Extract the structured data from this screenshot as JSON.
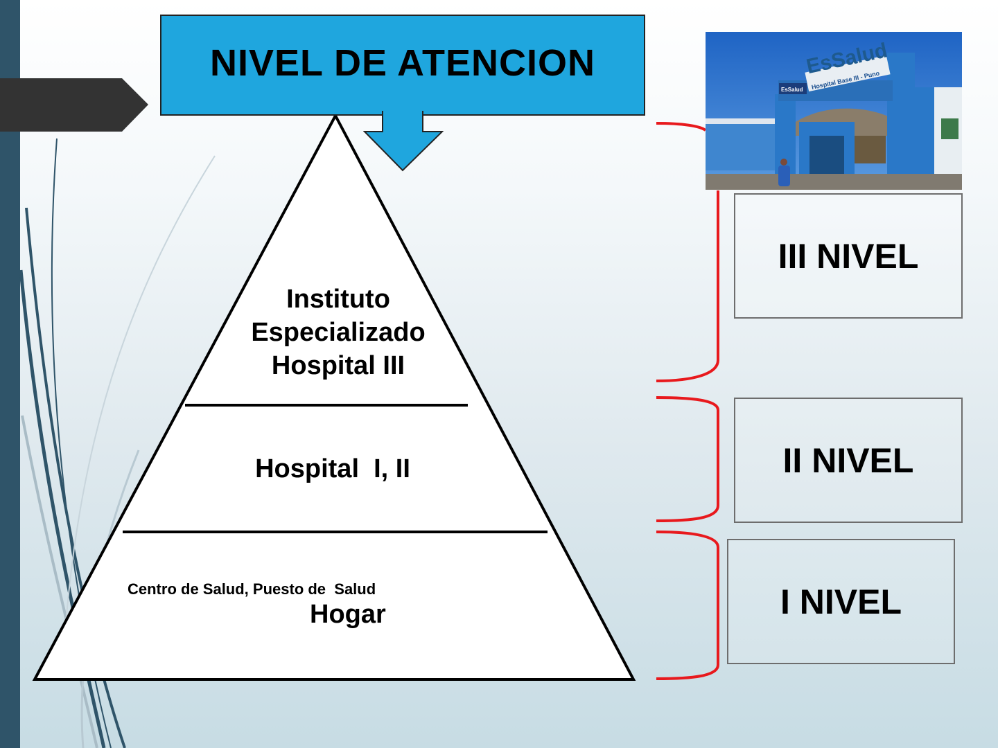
{
  "title": "NIVEL DE ATENCION",
  "pyramid": {
    "top": [
      "Instituto",
      "Especializado",
      "Hospital III"
    ],
    "middle": "Hospital  I, II",
    "bottom_small": "Centro de Salud, Puesto de  Salud",
    "bottom_large": "Hogar"
  },
  "photo": {
    "sign_brand": "EsSalud",
    "sign_text": "Hospital Base III - Puno",
    "logo_text": "EsSalud"
  },
  "levels": [
    {
      "label": "III NIVEL"
    },
    {
      "label": "II NIVEL"
    },
    {
      "label": "I NIVEL"
    }
  ],
  "colors": {
    "title_bg": "#1fa6de",
    "side_bar": "#2f5469",
    "chevron": "#333333",
    "bracket": "#e8191d"
  }
}
